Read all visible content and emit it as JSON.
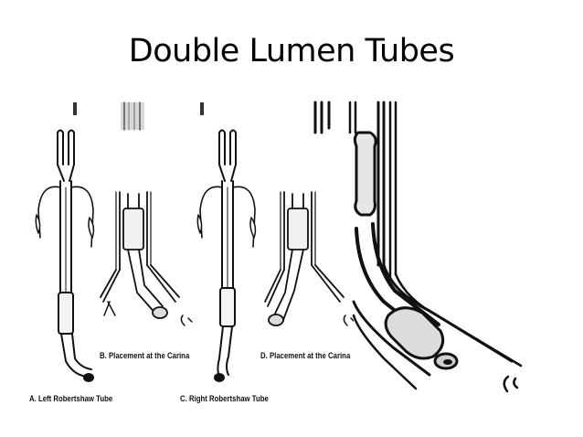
{
  "slide": {
    "title": "Double Lumen Tubes"
  },
  "figures": {
    "a_label": "A. Left Robertshaw Tube",
    "b_label": "B. Placement at the Carina",
    "c_label": "C. Right Robertshaw Tube",
    "d_label": "D. Placement at the Carina"
  }
}
